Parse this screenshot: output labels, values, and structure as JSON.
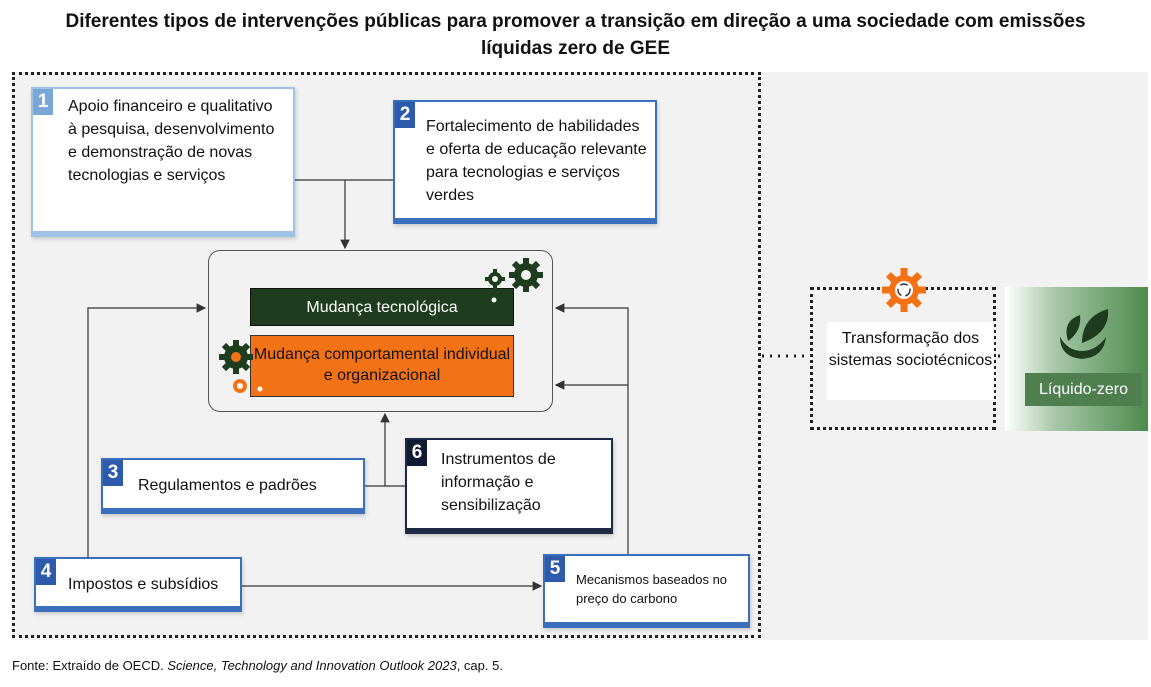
{
  "title_line1": "Diferentes tipos de intervenções públicas para promover a transição em direção a uma sociedade com emissões",
  "title_line2": "líquidas zero de GEE",
  "boxes": [
    {
      "num": "1",
      "text": "Apoio financeiro e qualitativo à pesquisa, desenvolvimento e demonstração de novas tecnologias e serviços"
    },
    {
      "num": "2",
      "text": "Fortalecimento de habilidades e oferta de educação relevante para tecnologias e serviços verdes"
    },
    {
      "num": "3",
      "text": "Regulamentos e padrões"
    },
    {
      "num": "4",
      "text": "Impostos e subsídios"
    },
    {
      "num": "5",
      "text": "Mecanismos baseados no preço do carbono"
    },
    {
      "num": "6",
      "text": "Instrumentos de informação e sensibilização"
    }
  ],
  "center": {
    "tech": "Mudança tecnológica",
    "behavior": "Mudança comportamental individual e organizacional"
  },
  "transformation": "Transformação dos sistemas sociotécnicos",
  "outcome": "Líquido-zero",
  "source": {
    "prefix": "Fonte: Extraído de OECD. ",
    "italic": "Science, Technology and Innovation Outlook 2023",
    "suffix": ", cap. 5."
  },
  "colors": {
    "tech": "#1e3c1e",
    "behavior": "#f47216",
    "outcome": "#4f7f4f",
    "box_light": "#9dc3e6",
    "box_mid": "#3a6fbd",
    "box_dark": "#1f2a44",
    "gear_green": "#1e3c1e",
    "gear_orange": "#f47216"
  },
  "icons": [
    "gear-icon",
    "leaf-icon"
  ]
}
